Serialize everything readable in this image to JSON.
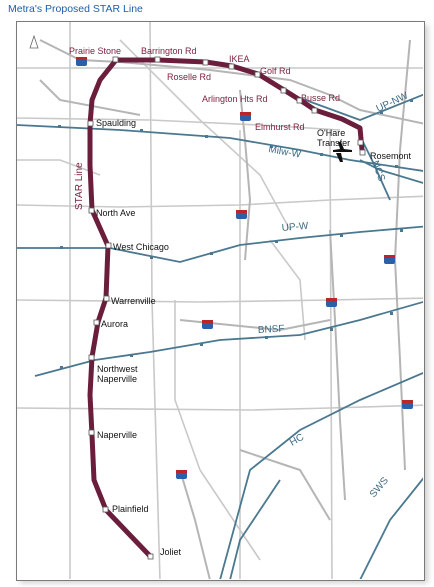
{
  "title": "Metra's Proposed STAR Line",
  "north_symbol": "north-arrow-icon",
  "colors": {
    "star_line": "#6b1e3c",
    "rail": "#3f6b85",
    "road": "#c7c7c7",
    "interstate": "#2c5fa8"
  },
  "line_label": "STAR Line",
  "stations": [
    "Prairie Stone",
    "Barrington Rd",
    "IKEA",
    "Roselle Rd",
    "Golf Rd",
    "Arlington Hts Rd",
    "Busse Rd",
    "Elmhurst Rd",
    "O'Hare Transfer",
    "Rosemont",
    "Spaulding",
    "North Ave",
    "West Chicago",
    "Warrenville",
    "Aurora",
    "Northwest Naperville",
    "Naperville",
    "Plainfield",
    "Joliet"
  ],
  "rail_lines": [
    "UP-NW",
    "Milw-W",
    "NCS",
    "UP-W",
    "BNSF",
    "HC",
    "SWS"
  ]
}
